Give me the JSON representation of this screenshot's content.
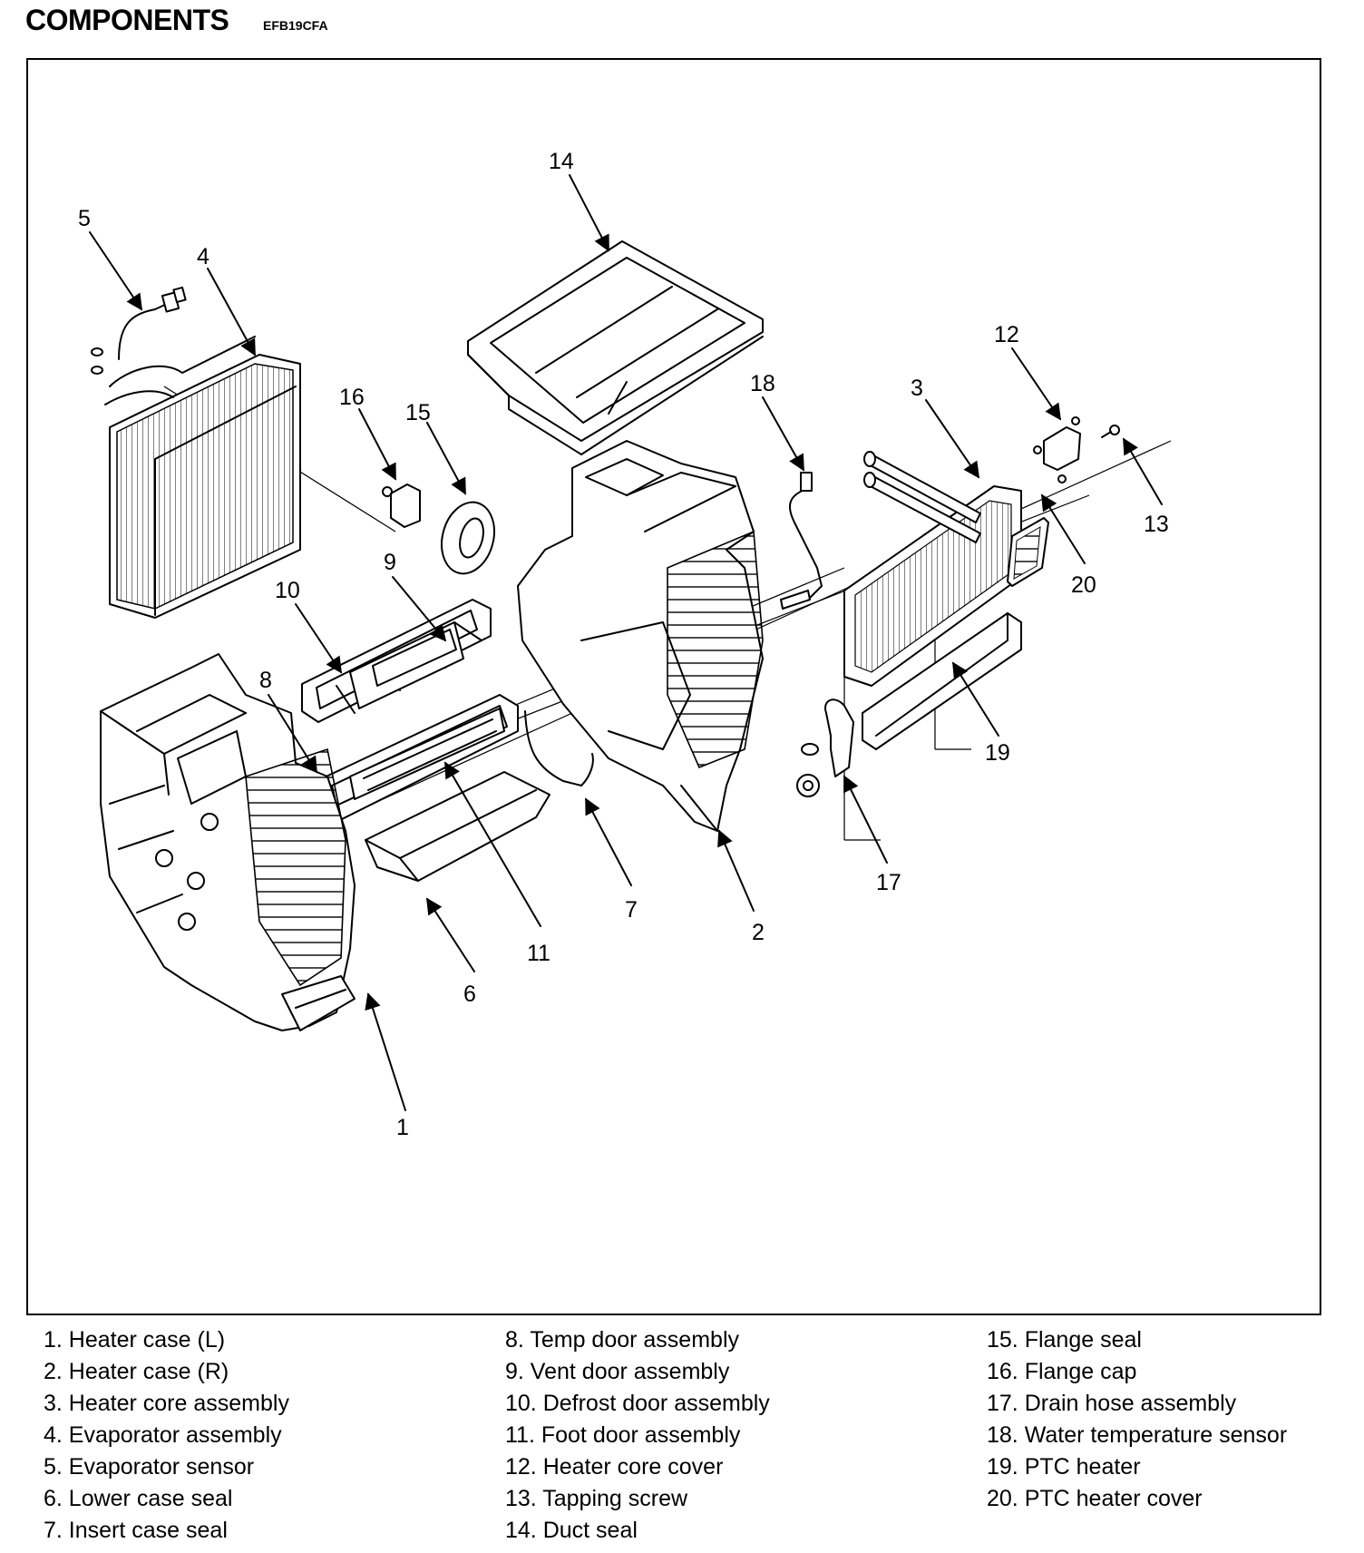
{
  "header": {
    "title": "COMPONENTS",
    "code": "EFB19CFA"
  },
  "callouts": {
    "c1": "1",
    "c2": "2",
    "c3": "3",
    "c4": "4",
    "c5": "5",
    "c6": "6",
    "c7": "7",
    "c8": "8",
    "c9": "9",
    "c10": "10",
    "c11": "11",
    "c12": "12",
    "c13": "13",
    "c14": "14",
    "c15": "15",
    "c16": "16",
    "c17": "17",
    "c18": "18",
    "c19": "19",
    "c20": "20"
  },
  "legend": {
    "col1": [
      "1. Heater case (L)",
      "2. Heater case (R)",
      "3. Heater core assembly",
      "4. Evaporator assembly",
      "5. Evaporator sensor",
      "6. Lower case seal",
      "7. Insert case seal"
    ],
    "col2": [
      "8. Temp door assembly",
      "9. Vent door assembly",
      "10. Defrost door assembly",
      "11. Foot door assembly",
      "12. Heater core cover",
      "13. Tapping screw",
      "14. Duct seal"
    ],
    "col3": [
      "15. Flange seal",
      "16. Flange cap",
      "17. Drain hose assembly",
      "18. Water temperature sensor",
      "19. PTC heater",
      "20. PTC heater cover"
    ]
  }
}
